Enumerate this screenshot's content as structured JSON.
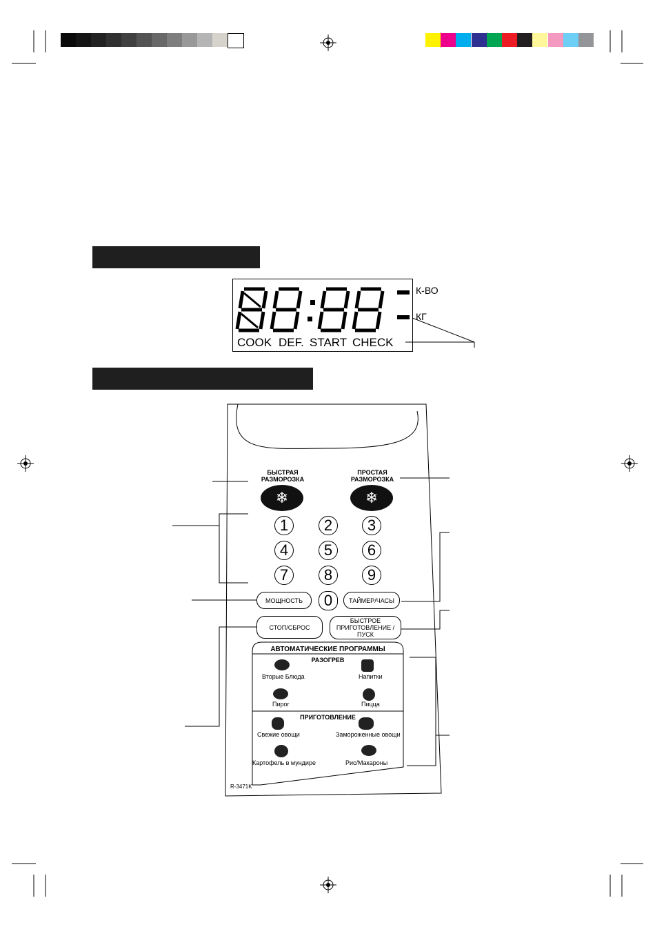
{
  "colors": {
    "grays": [
      "#0a0a0a",
      "#151515",
      "#222222",
      "#303030",
      "#404040",
      "#535353",
      "#686868",
      "#7e7e7e",
      "#989898",
      "#b5b5b5",
      "#d6d2cc",
      "#ffffff"
    ],
    "process": [
      "#fff200",
      "#ec008c",
      "#00aeef",
      "#2e3192",
      "#00a651",
      "#ed1c24",
      "#231f20",
      "#fff799",
      "#f49ac1",
      "#6dcff6",
      "#939598"
    ]
  },
  "display": {
    "digits": "88:88",
    "unit_count": "К-ВО",
    "unit_weight": "КГ",
    "words": [
      "COOK",
      "DEF.",
      "START",
      "CHECK"
    ]
  },
  "panel": {
    "defrost_fast": {
      "line1": "БЫСТРАЯ",
      "line2": "РАЗМОРОЗКА"
    },
    "defrost_simple": {
      "line1": "ПРОСТАЯ",
      "line2": "РАЗМОРОЗКА"
    },
    "digits": [
      "1",
      "2",
      "3",
      "4",
      "5",
      "6",
      "7",
      "8",
      "9",
      "0"
    ],
    "power_label": "МОЩНОСТЬ",
    "timer_label": "ТАЙМЕР/ЧАСЫ",
    "stop_label": "СТОП/СБРОС",
    "quick_start": {
      "line1": "БЫСТРОЕ",
      "line2": "ПРИГОТОВЛЕНИЕ /",
      "line3": "ПУСК"
    },
    "auto_title": "АВТОМАТИЧЕСКИЕ ПРОГРАММЫ",
    "reheat_title": "РАЗОГРЕВ",
    "reheat_items": [
      "Вторые Блюда",
      "Напитки",
      "Пирог",
      "Пицца"
    ],
    "cook_title": "ПРИГОТОВЛЕНИЕ",
    "cook_items": [
      "Свежие овощи",
      "Замороженные овощи",
      "Картофель в мундире",
      "Рис/Макароны"
    ],
    "model": "R-3471K"
  }
}
